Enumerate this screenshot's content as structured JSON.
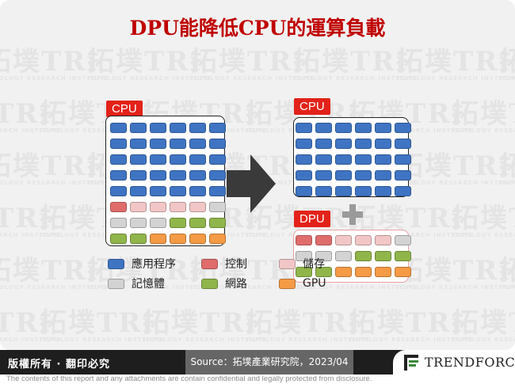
{
  "title": "DPU能降低CPU的運算負載",
  "watermark": {
    "brand": "拓墣TRi",
    "sub": "TOPOLOGY RESEARCH INSTITUTE"
  },
  "colors": {
    "app": "#3f74c3",
    "control": "#e06c6c",
    "storage": "#f2c6c6",
    "memory": "#d3d3d3",
    "network": "#90b54a",
    "gpu": "#f59a45"
  },
  "left_panel": {
    "label": "CPU",
    "rows": [
      [
        "app",
        "app",
        "app",
        "app",
        "app",
        "app"
      ],
      [
        "app",
        "app",
        "app",
        "app",
        "app",
        "app"
      ],
      [
        "app",
        "app",
        "app",
        "app",
        "app",
        "app"
      ],
      [
        "app",
        "app",
        "app",
        "app",
        "app",
        "app"
      ],
      [
        "app",
        "app",
        "app",
        "app",
        "app",
        "app"
      ],
      [
        "control",
        "storage",
        "storage",
        "storage",
        "storage",
        "memory"
      ],
      [
        "memory",
        "memory",
        "memory",
        "network",
        "network",
        "network"
      ],
      [
        "network",
        "network",
        "gpu",
        "gpu",
        "gpu",
        "gpu"
      ]
    ]
  },
  "cpu_panel": {
    "label": "CPU",
    "rows": [
      [
        "app",
        "app",
        "app",
        "app",
        "app",
        "app"
      ],
      [
        "app",
        "app",
        "app",
        "app",
        "app",
        "app"
      ],
      [
        "app",
        "app",
        "app",
        "app",
        "app",
        "app"
      ],
      [
        "app",
        "app",
        "app",
        "app",
        "app",
        "app"
      ],
      [
        "app",
        "app",
        "app",
        "app",
        "app",
        "app"
      ]
    ]
  },
  "dpu_panel": {
    "label": "DPU",
    "rows": [
      [
        "control",
        "control",
        "storage",
        "storage",
        "storage",
        "memory"
      ],
      [
        "memory",
        "memory",
        "memory",
        "network",
        "network",
        "network"
      ],
      [
        "network",
        "network",
        "gpu",
        "gpu",
        "gpu",
        "gpu"
      ]
    ]
  },
  "legend": [
    {
      "key": "app",
      "label": "應用程序"
    },
    {
      "key": "control",
      "label": "控制"
    },
    {
      "key": "storage",
      "label": "儲存"
    },
    {
      "key": "memory",
      "label": "記憶體"
    },
    {
      "key": "network",
      "label": "網路"
    },
    {
      "key": "gpu",
      "label": "GPU"
    }
  ],
  "footer": {
    "rights": "版權所有 · 翻印必究",
    "source": "Source：拓墣產業研究院，2023/04",
    "logo_text": "TRENDFORCE",
    "logo_icon": "trendforce-logo-icon"
  },
  "disclaimer": "The contents of this report and any attachments are contain confidential and legally protected from disclosure."
}
